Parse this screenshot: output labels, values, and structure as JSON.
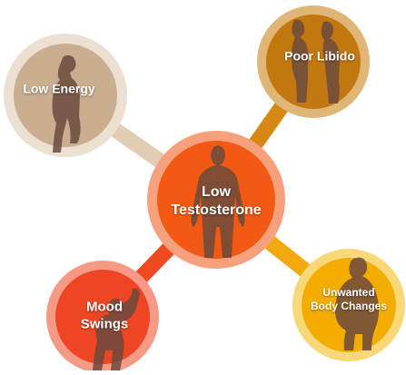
{
  "diagram": {
    "center": {
      "label_line1": "Low",
      "label_line2": "Testosterone",
      "color": "#f25a13",
      "ring": "#f6a07e"
    },
    "nodes": [
      {
        "id": "low-energy",
        "label_line1": "Low Energy",
        "label_line2": "",
        "color": "#c9ae90",
        "ring": "#ece0d3",
        "connector": "#e2ccb4"
      },
      {
        "id": "poor-libido",
        "label_line1": "Poor Libido",
        "label_line2": "",
        "color": "#c27710",
        "ring": "#e0b676",
        "connector": "#d88614"
      },
      {
        "id": "mood-swings",
        "label_line1": "Mood",
        "label_line2": "Swings",
        "color": "#ee4524",
        "ring": "#f69a85",
        "connector": "#f04a20"
      },
      {
        "id": "unwanted-body-changes",
        "label_line1": "Unwanted",
        "label_line2": "Body Changes",
        "color": "#f3ac00",
        "ring": "#f9d87a",
        "connector": "#f3a90e"
      }
    ],
    "silhouette_color": "#6b4a3d"
  }
}
